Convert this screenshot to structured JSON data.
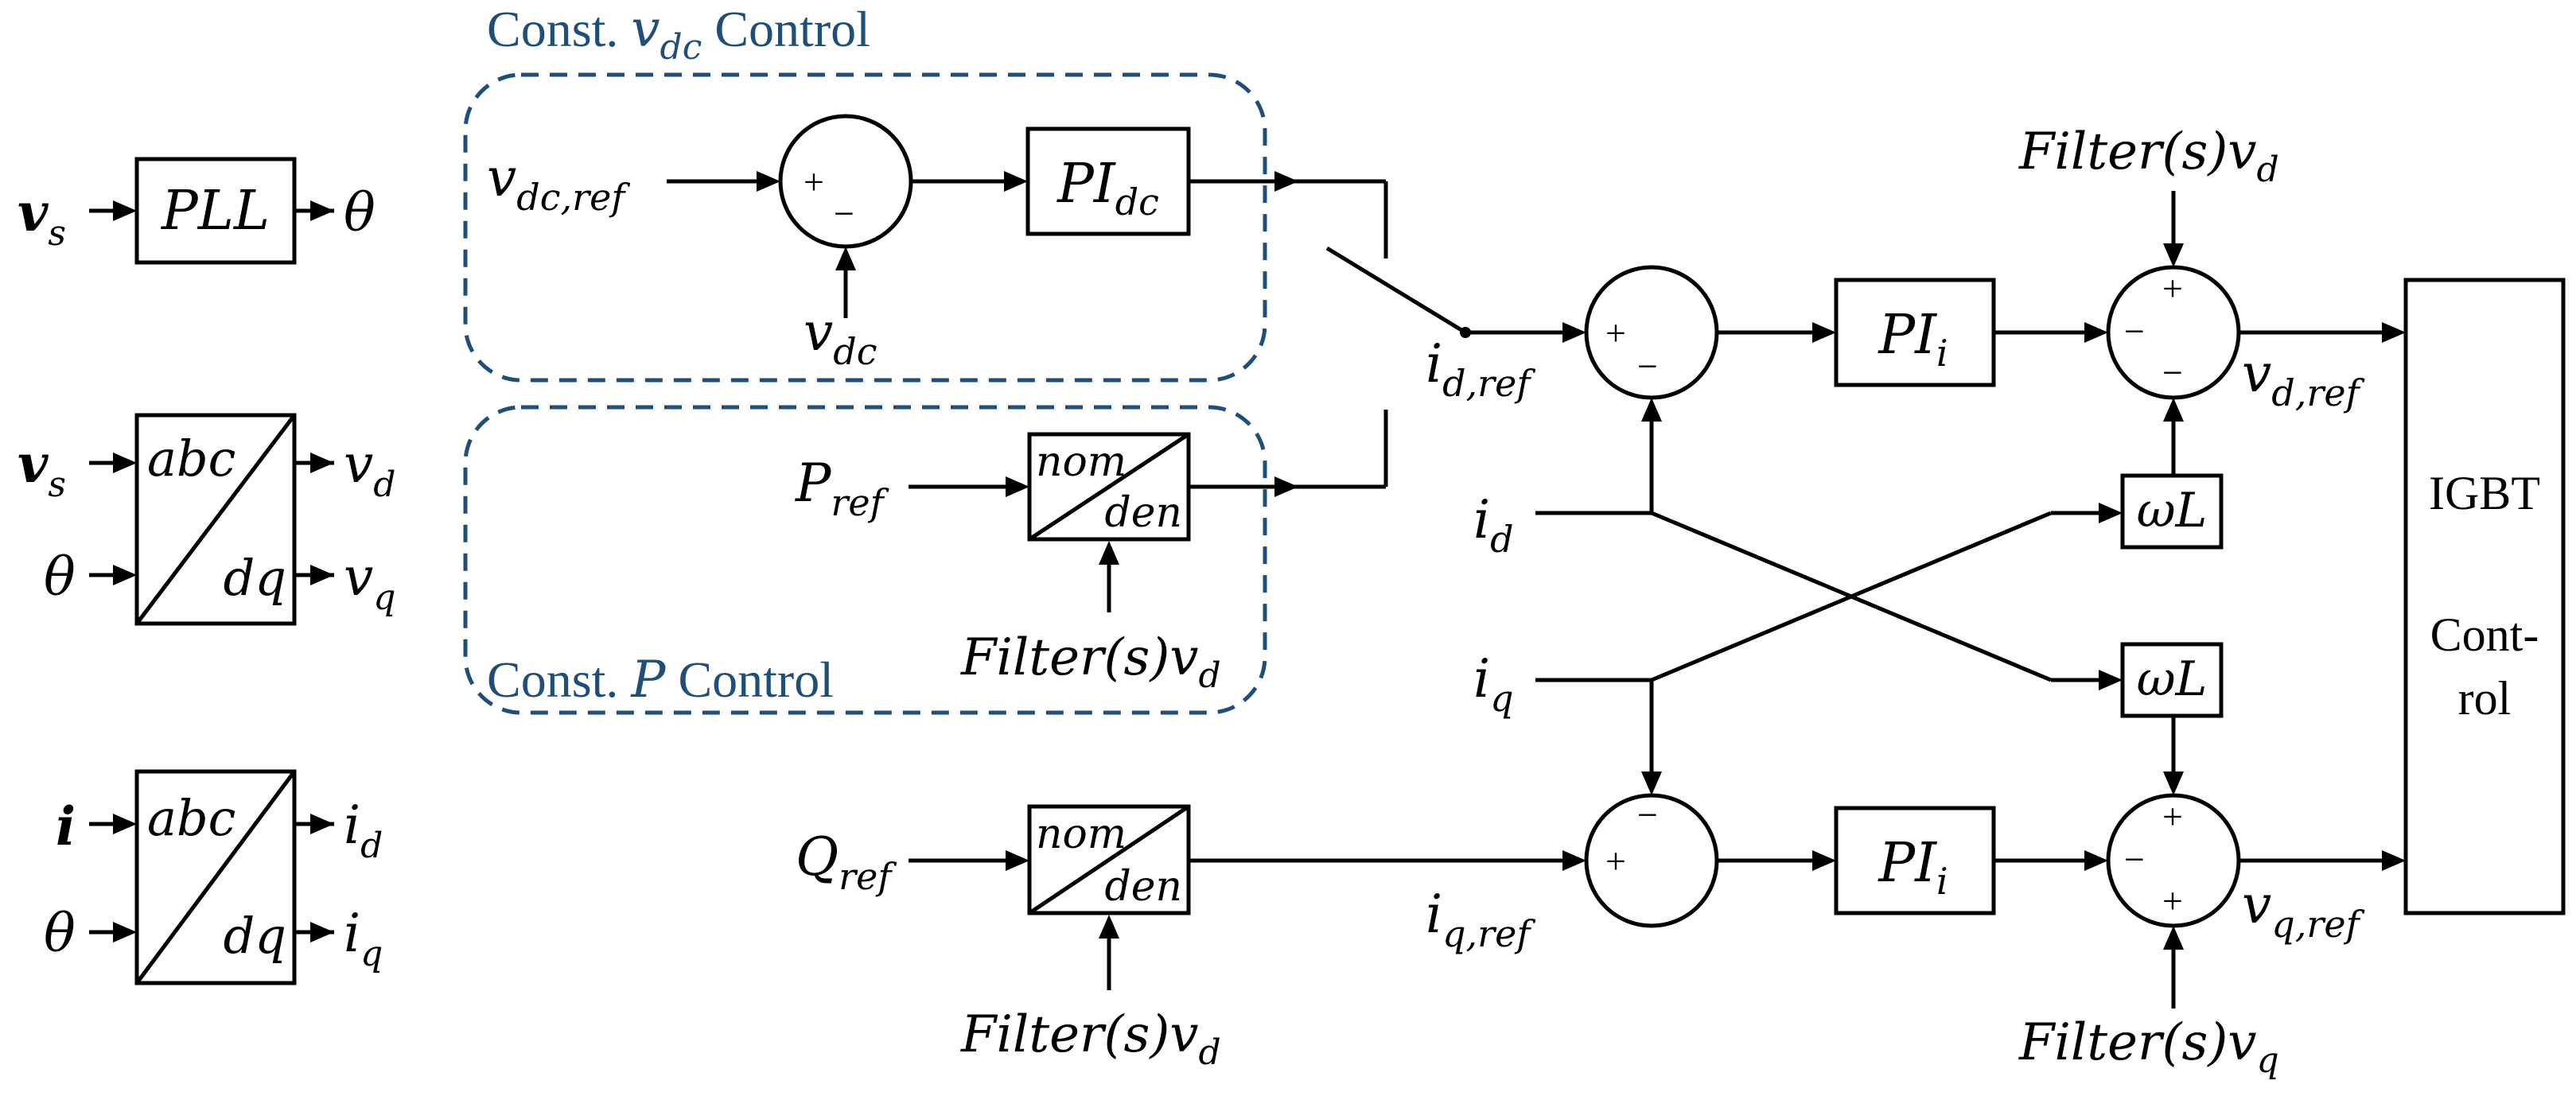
{
  "colors": {
    "line": "#000000",
    "group": "#1f4e79",
    "background": "#ffffff"
  },
  "groups": {
    "vdc_control": {
      "prefix": "Const. ",
      "var": "v",
      "var_sub": "dc",
      "suffix": " Control"
    },
    "p_control": {
      "prefix": "Const. ",
      "var": "P",
      "suffix": " Control"
    }
  },
  "blocks": {
    "pll": "PLL",
    "abc": "abc",
    "dq": "dq",
    "pi_dc": {
      "main": "PI",
      "sub": "dc"
    },
    "pi_i": {
      "main": "PI",
      "sub": "i"
    },
    "tf_nom": "nom",
    "tf_den": "den",
    "omega_l": "ωL",
    "igbt": {
      "line1": "IGBT",
      "line2": "Cont-",
      "line3": "rol"
    }
  },
  "signals": {
    "v": "v",
    "s": "s",
    "theta": "θ",
    "i": "i",
    "d": "d",
    "q": "q",
    "dc": "dc",
    "dc_ref": "dc,ref",
    "d_ref": "d,ref",
    "q_ref": "q,ref",
    "ref": "ref",
    "P": "P",
    "Q": "Q",
    "filter": "Filter",
    "filter_arg": "(s)",
    "plus": "+",
    "minus": "−"
  }
}
